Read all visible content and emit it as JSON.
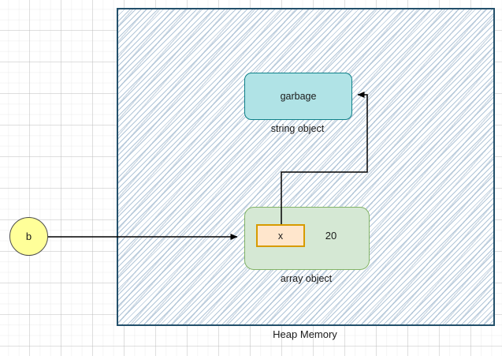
{
  "diagram": {
    "heap": {
      "label": "Heap Memory"
    },
    "string_object": {
      "text": "garbage",
      "caption": "string object"
    },
    "array_object": {
      "caption": "array object",
      "field_label": "x",
      "field_value": "20"
    },
    "variable": {
      "label": "b"
    }
  },
  "colors": {
    "heap_border": "#23506b",
    "heap_hatch": "#a4bcd1",
    "string_fill": "#b0e3e6",
    "string_stroke": "#0e8088",
    "array_fill": "#d5e8d4",
    "array_stroke": "#82b366",
    "field_fill": "#ffe6cc",
    "field_stroke": "#d79b00",
    "variable_fill": "#ffff99",
    "connector": "#000000"
  }
}
